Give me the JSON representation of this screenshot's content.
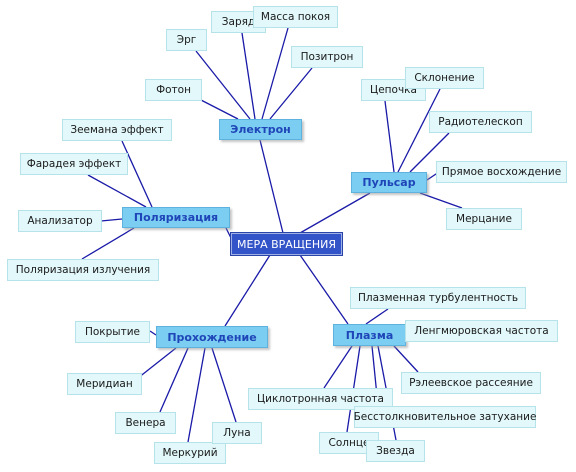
{
  "center": {
    "label": "МЕРА ВРАЩЕНИЯ"
  },
  "branches": {
    "elektron": {
      "label": "Электрон",
      "leaves": {
        "foton": "Фотон",
        "erg": "Эрг",
        "zaryad": "Заряд",
        "massa_pokoya": "Масса покоя",
        "pozitron": "Позитрон"
      }
    },
    "pulsar": {
      "label": "Пульсар",
      "leaves": {
        "tsepochka": "Цепочка",
        "sklonenie": "Склонение",
        "radioteleskop": "Радиотелескоп",
        "pryamoe_voskhozhdenie": "Прямое восхождение",
        "mertsanie": "Мерцание"
      }
    },
    "polyarizatsiya": {
      "label": "Поляризация",
      "leaves": {
        "zeemana": "Зеемана эффект",
        "faradeya": "Фарадея эффект",
        "analizator": "Анализатор",
        "polyarizatsiya_izlucheniya": "Поляризация излучения"
      }
    },
    "prokhozhdenie": {
      "label": "Прохождение",
      "leaves": {
        "pokrytie": "Покрытие",
        "meridian": "Меридиан",
        "venera": "Венера",
        "merkuriy": "Меркурий",
        "luna": "Луна"
      }
    },
    "plazma": {
      "label": "Плазма",
      "leaves": {
        "plazmennaya_turbulentnost": "Плазменная турбулентность",
        "lengmyurovskaya": "Ленгмюровская частота",
        "releevskoe": "Рэлеевское рассеяние",
        "tsiklotronnaya": "Циклотронная частота",
        "besstolknovitelnoe": "Бесстолкновительное затухание",
        "solntse": "Солнце",
        "zvezda": "Звезда"
      }
    }
  },
  "colors": {
    "line": "#1a1aa8",
    "center_fill": "#3354c8",
    "branch_fill": "#7ccdf2",
    "branch_text": "#1f46b8",
    "leaf_fill": "#e2f8fb",
    "leaf_border": "#b6e3ea"
  }
}
